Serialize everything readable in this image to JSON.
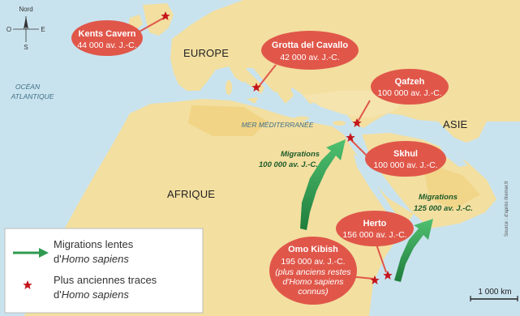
{
  "compass": {
    "north": "Nord",
    "west": "O",
    "east": "E",
    "south": "S"
  },
  "regions": {
    "europe": "EUROPE",
    "afrique": "AFRIQUE",
    "asie": "ASIE"
  },
  "seas": {
    "ocean_line1": "OCÉAN",
    "ocean_line2": "ATLANTIQUE",
    "mediterranee": "MER MÉDITERRANÉE"
  },
  "sites": [
    {
      "name": "Kents Cavern",
      "date": "44 000 av. J.-C."
    },
    {
      "name": "Grotta del Cavallo",
      "date": "42 000 av. J.-C."
    },
    {
      "name": "Qafzeh",
      "date": "100 000 av. J.-C."
    },
    {
      "name": "Skhul",
      "date": "100 000 av. J.-C."
    },
    {
      "name": "Herto",
      "date": "156 000 av. J.-C."
    },
    {
      "name": "Omo Kibish",
      "date": "195 000 av. J.-C.",
      "note_line1": "(plus anciens restes",
      "note_line2": "d'Homo sapiens",
      "note_line3": "connus)"
    }
  ],
  "migrations": [
    {
      "line1": "Migrations",
      "line2": "100 000 av. J.-C."
    },
    {
      "line1": "Migrations",
      "line2": "125 000 av. J.-C."
    }
  ],
  "source": "Source : d'après ifremer.fr",
  "legend": {
    "arrow_line1": "Migrations lentes",
    "arrow_line2_pre": "d'",
    "arrow_line2_it": "Homo sapiens",
    "star_line1": "Plus anciennes traces",
    "star_line2_pre": "d'",
    "star_line2_it": "Homo sapiens"
  },
  "scale": {
    "label": "1 000 km"
  },
  "colors": {
    "sea": "#c9e3ee",
    "land": "#f3dfa0",
    "land_dark": "#efc96a",
    "callout": "#e0574a",
    "star": "#c4141b",
    "arrow": "#2f9a50"
  }
}
